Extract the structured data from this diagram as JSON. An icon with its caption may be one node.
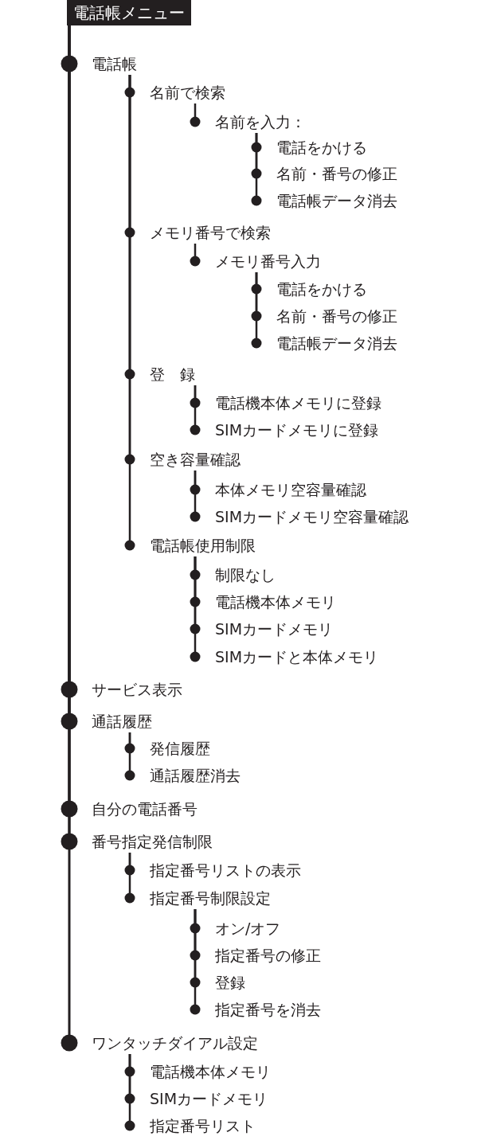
{
  "diagram": {
    "nodes": [
      {
        "text": [
          "電話帳メニュー"
        ]
      },
      {
        "text": [
          "電話帳"
        ]
      },
      {
        "text": [
          "名前で検索"
        ]
      },
      {
        "text": [
          "名前を入力："
        ]
      },
      {
        "text": [
          "電話をかける"
        ]
      },
      {
        "text": [
          "名前・番号の修正"
        ]
      },
      {
        "text": [
          "電話帳データ消去"
        ]
      },
      {
        "text": [
          "メモリ番号で検索"
        ]
      },
      {
        "text": [
          "メモリ番号入力"
        ]
      },
      {
        "text": [
          "電話をかける"
        ]
      },
      {
        "text": [
          "名前・番号の修正"
        ]
      },
      {
        "text": [
          "電話帳データ消去"
        ]
      },
      {
        "text": [
          "登　録"
        ]
      },
      {
        "text": [
          "電話機本体メモリに登録"
        ]
      },
      {
        "text": [
          "SIMカードメモリに登録"
        ]
      },
      {
        "text": [
          "空き容量確認"
        ]
      },
      {
        "text": [
          "本体メモリ空容量確認"
        ]
      },
      {
        "text": [
          "SIMカードメモリ空容量確認"
        ]
      },
      {
        "text": [
          "電話帳使用制限"
        ]
      },
      {
        "text": [
          "制限なし"
        ]
      },
      {
        "text": [
          "電話機本体メモリ"
        ]
      },
      {
        "text": [
          "SIMカードメモリ"
        ]
      },
      {
        "text": [
          "SIMカードと本体メモリ"
        ]
      },
      {
        "text": [
          "サービス表示"
        ]
      },
      {
        "text": [
          "通話履歴"
        ]
      },
      {
        "text": [
          "発信履歴"
        ]
      },
      {
        "text": [
          "通話履歴消去"
        ]
      },
      {
        "text": [
          "自分の電話番号"
        ]
      },
      {
        "text": [
          "番号指定発信制限"
        ]
      },
      {
        "text": [
          "指定番号リストの表示"
        ]
      },
      {
        "text": [
          "指定番号制限設定"
        ]
      },
      {
        "text": [
          "オン/オフ"
        ]
      },
      {
        "text": [
          "指定番号の修正"
        ]
      },
      {
        "text": [
          "登録"
        ]
      },
      {
        "text": [
          "指定番号を消去"
        ]
      },
      {
        "text": [
          "ワンタッチダイアル設定"
        ]
      },
      {
        "text": [
          "電話機本体メモリ"
        ]
      },
      {
        "text": [
          "SIMカードメモリ"
        ]
      },
      {
        "text": [
          "指定番号リスト"
        ]
      }
    ],
    "edges": [
      {
        "from": 0,
        "to": 1,
        "arrow": "other"
      },
      {
        "from": 1,
        "to": 2,
        "arrow": "other"
      },
      {
        "from": 2,
        "to": 3,
        "arrow": "other"
      },
      {
        "from": 3,
        "to": 4,
        "arrow": "other"
      },
      {
        "from": 3,
        "to": 5,
        "arrow": "other"
      },
      {
        "from": 3,
        "to": 6,
        "arrow": "other"
      },
      {
        "from": 1,
        "to": 7,
        "arrow": "other"
      },
      {
        "from": 7,
        "to": 8,
        "arrow": "other"
      },
      {
        "from": 8,
        "to": 9,
        "arrow": "other"
      },
      {
        "from": 8,
        "to": 10,
        "arrow": "other"
      },
      {
        "from": 8,
        "to": 11,
        "arrow": "other"
      },
      {
        "from": 1,
        "to": 12,
        "arrow": "other"
      },
      {
        "from": 12,
        "to": 13,
        "arrow": "other"
      },
      {
        "from": 12,
        "to": 14,
        "arrow": "other"
      },
      {
        "from": 1,
        "to": 15,
        "arrow": "other"
      },
      {
        "from": 15,
        "to": 16,
        "arrow": "other"
      },
      {
        "from": 15,
        "to": 17,
        "arrow": "other"
      },
      {
        "from": 1,
        "to": 18,
        "arrow": "other"
      },
      {
        "from": 18,
        "to": 19,
        "arrow": "other"
      },
      {
        "from": 18,
        "to": 20,
        "arrow": "other"
      },
      {
        "from": 18,
        "to": 21,
        "arrow": "other"
      },
      {
        "from": 18,
        "to": 22,
        "arrow": "other"
      },
      {
        "from": 0,
        "to": 23,
        "arrow": "other"
      },
      {
        "from": 0,
        "to": 24,
        "arrow": "other"
      },
      {
        "from": 24,
        "to": 25,
        "arrow": "other"
      },
      {
        "from": 24,
        "to": 26,
        "arrow": "other"
      },
      {
        "from": 0,
        "to": 27,
        "arrow": "other"
      },
      {
        "from": 0,
        "to": 28,
        "arrow": "other"
      },
      {
        "from": 28,
        "to": 29,
        "arrow": "other"
      },
      {
        "from": 28,
        "to": 30,
        "arrow": "other"
      },
      {
        "from": 30,
        "to": 31,
        "arrow": "other"
      },
      {
        "from": 30,
        "to": 32,
        "arrow": "other"
      },
      {
        "from": 30,
        "to": 33,
        "arrow": "other"
      },
      {
        "from": 30,
        "to": 34,
        "arrow": "other"
      },
      {
        "from": 0,
        "to": 35,
        "arrow": "other"
      },
      {
        "from": 35,
        "to": 36,
        "arrow": "other"
      },
      {
        "from": 35,
        "to": 37,
        "arrow": "other"
      },
      {
        "from": 35,
        "to": 38,
        "arrow": "other"
      }
    ]
  }
}
